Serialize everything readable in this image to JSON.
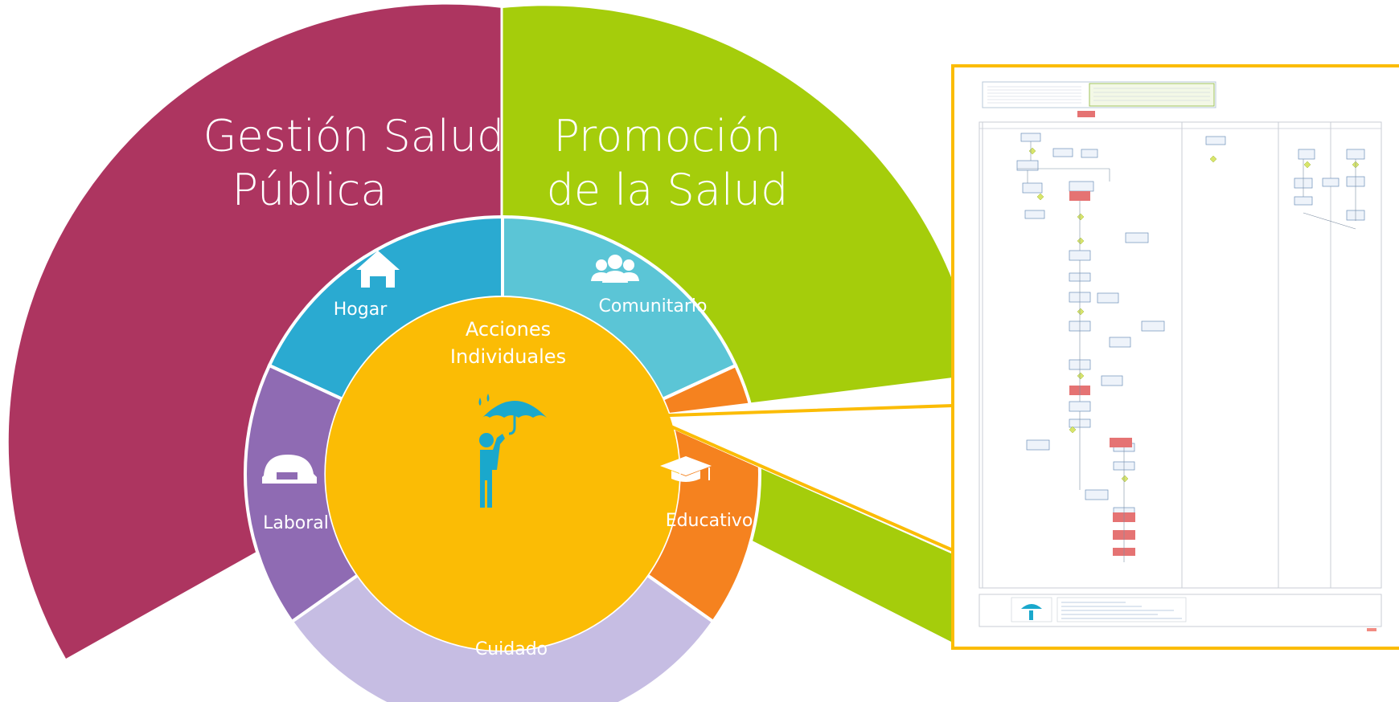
{
  "outer": {
    "left_title_line1": "Gestión Salud",
    "left_title_line2": "Pública",
    "right_title_line1": "Promoción",
    "right_title_line2": "de la Salud"
  },
  "segments": {
    "hogar": "Hogar",
    "comunitario": "Comunitario",
    "laboral": "Laboral",
    "educativo": "Educativo",
    "cuidado": "Cuidado"
  },
  "center": {
    "line1": "Acciones",
    "line2": "Individuales"
  },
  "icons": {
    "house": "house-icon",
    "people": "people-icon",
    "helmet": "helmet-icon",
    "graduation": "graduation-cap-icon",
    "umbrella": "umbrella-person-icon"
  },
  "colors": {
    "gestion": "#ad3560",
    "promocion": "#a5cd0b",
    "hogar": "#2aaad1",
    "comunitario": "#5bc5d6",
    "laboral": "#8f6bb3",
    "educativo": "#f5821f",
    "cuidado": "#c6bde3",
    "center": "#fbbc05",
    "umbrella": "#1aa8cc",
    "frame": "#fbbc05"
  }
}
